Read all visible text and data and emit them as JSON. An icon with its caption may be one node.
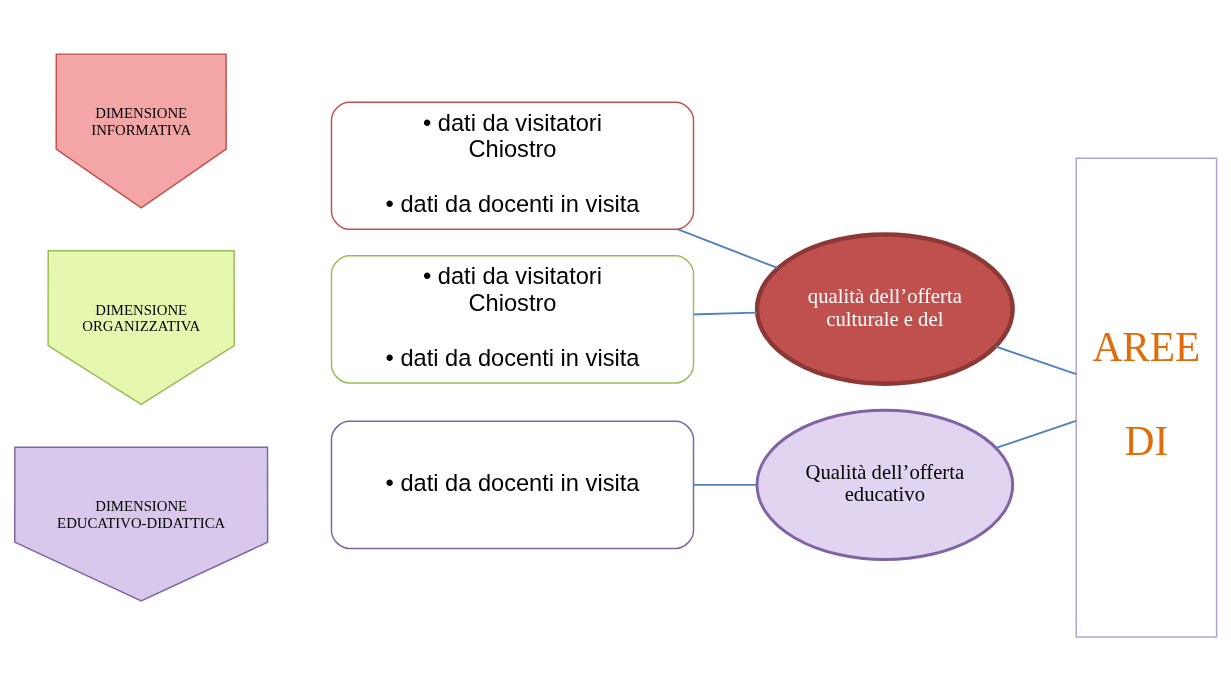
{
  "diagram": {
    "nodes": [
      {
        "text": [
          "DIMENSIONE INFORMATIVA"
        ]
      },
      {
        "text": [
          "• dati da visitatori Chiostro",
          "• dati da docenti in visita"
        ]
      },
      {
        "text": [
          "DIMENSIONE ORGANIZZATIVA"
        ]
      },
      {
        "text": [
          "• dati da visitatori Chiostro",
          "• dati da docenti in visita"
        ]
      },
      {
        "text": [
          "DIMENSIONE EDUCATIVO-DIDATTICA"
        ]
      },
      {
        "text": [
          "• dati da docenti in visita"
        ]
      },
      {
        "text": [
          "qualità dell’offerta culturale e del"
        ]
      },
      {
        "text": [
          "Qualità dell’offerta educativo"
        ]
      },
      {
        "text": [
          "AREE",
          "DI"
        ]
      }
    ],
    "edges": [
      {
        "from": 1,
        "to": 6,
        "arrow": "none"
      },
      {
        "from": 3,
        "to": 6,
        "arrow": "none"
      },
      {
        "from": 5,
        "to": 7,
        "arrow": "none"
      },
      {
        "from": 6,
        "to": 8,
        "arrow": "none"
      },
      {
        "from": 7,
        "to": 8,
        "arrow": "none"
      }
    ]
  }
}
